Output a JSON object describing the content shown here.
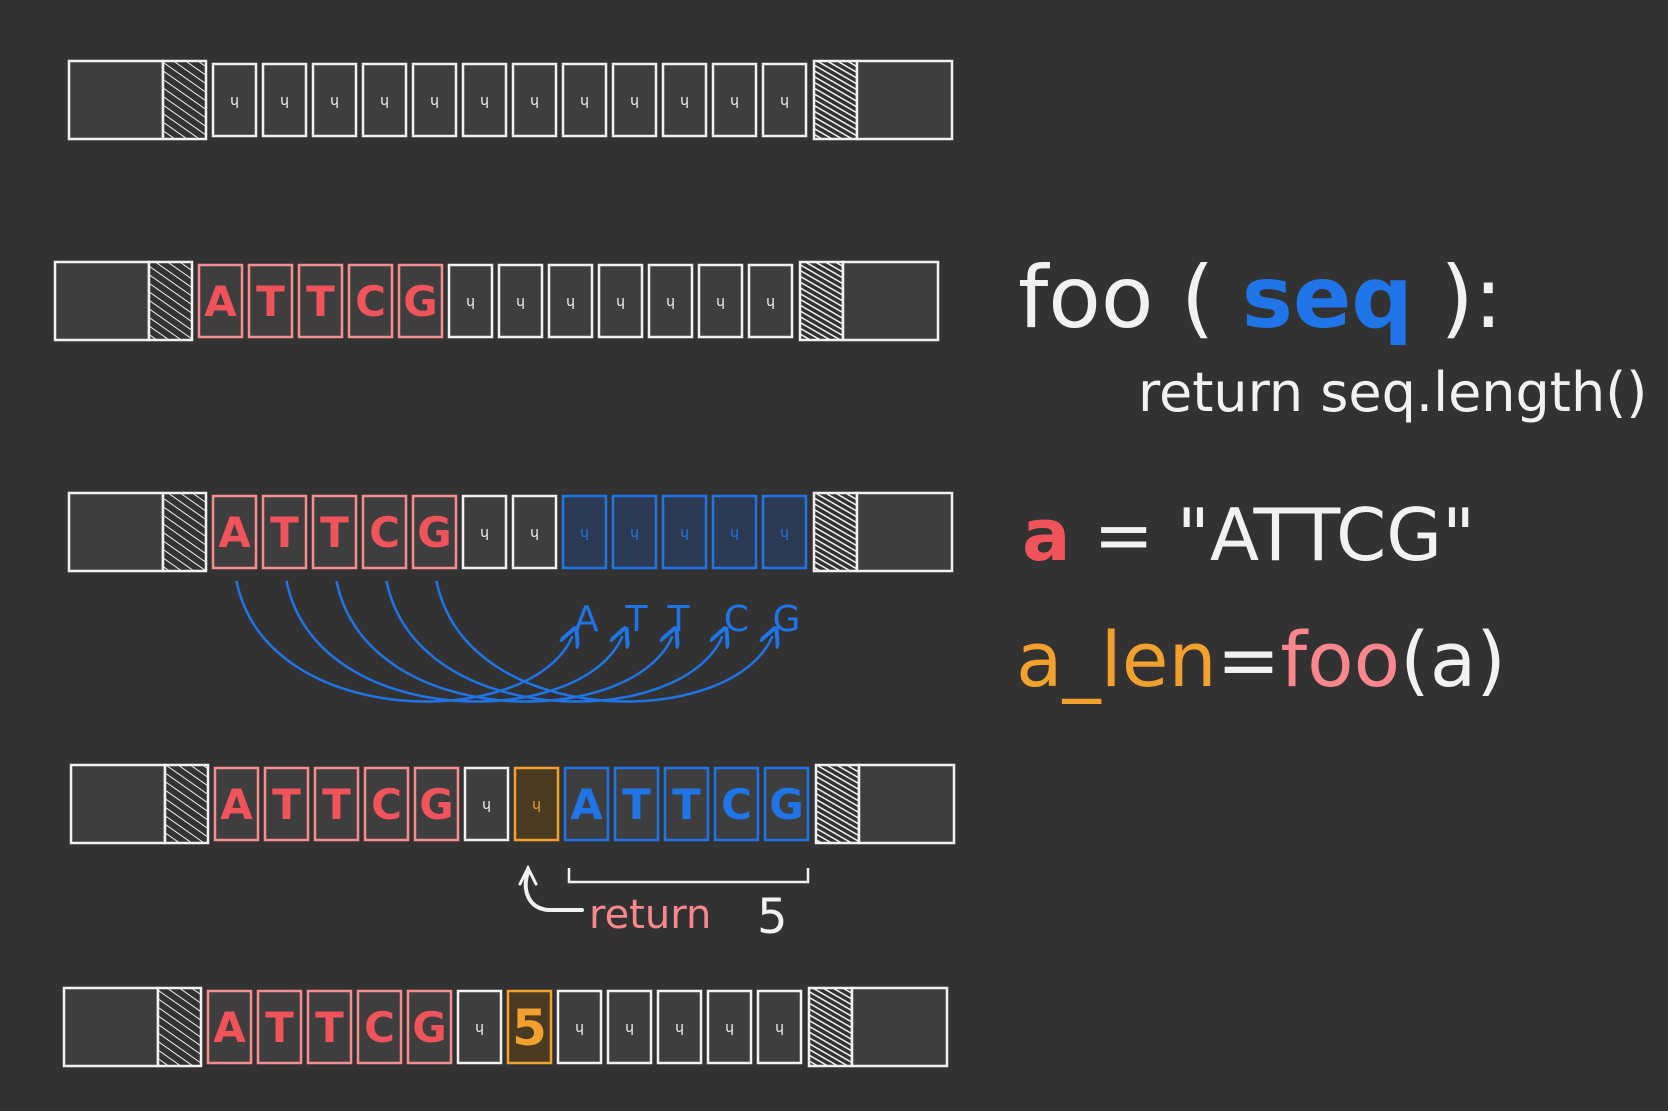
{
  "colors": {
    "background": "#323232",
    "outline": "#f2f2f2",
    "cell_fill": "#3e3e3e",
    "red": "#f0535a",
    "red_border": "#f58e8e",
    "blue": "#1f74e8",
    "blue_fill": "#2b3a52",
    "orange": "#f2a02e",
    "orange_fill": "#4a3a22",
    "pink": "#f9878b"
  },
  "garbage_glyph": "ɥ",
  "rows": [
    {
      "name": "memory-row-1",
      "cells": [
        {
          "kind": "garbage",
          "text": "ɥ"
        },
        {
          "kind": "garbage",
          "text": "ɥ"
        },
        {
          "kind": "garbage",
          "text": "ɥ"
        },
        {
          "kind": "garbage",
          "text": "ɥ"
        },
        {
          "kind": "garbage",
          "text": "ɥ"
        },
        {
          "kind": "garbage",
          "text": "ɥ"
        },
        {
          "kind": "garbage",
          "text": "ɥ"
        },
        {
          "kind": "garbage",
          "text": "ɥ"
        },
        {
          "kind": "garbage",
          "text": "ɥ"
        },
        {
          "kind": "garbage",
          "text": "ɥ"
        },
        {
          "kind": "garbage",
          "text": "ɥ"
        },
        {
          "kind": "garbage",
          "text": "ɥ"
        }
      ]
    },
    {
      "name": "memory-row-2",
      "cells": [
        {
          "kind": "red",
          "text": "A"
        },
        {
          "kind": "red",
          "text": "T"
        },
        {
          "kind": "red",
          "text": "T"
        },
        {
          "kind": "red",
          "text": "C"
        },
        {
          "kind": "red",
          "text": "G"
        },
        {
          "kind": "garbage",
          "text": "ɥ"
        },
        {
          "kind": "garbage",
          "text": "ɥ"
        },
        {
          "kind": "garbage",
          "text": "ɥ"
        },
        {
          "kind": "garbage",
          "text": "ɥ"
        },
        {
          "kind": "garbage",
          "text": "ɥ"
        },
        {
          "kind": "garbage",
          "text": "ɥ"
        },
        {
          "kind": "garbage",
          "text": "ɥ"
        }
      ]
    },
    {
      "name": "memory-row-3",
      "cells": [
        {
          "kind": "red",
          "text": "A"
        },
        {
          "kind": "red",
          "text": "T"
        },
        {
          "kind": "red",
          "text": "T"
        },
        {
          "kind": "red",
          "text": "C"
        },
        {
          "kind": "red",
          "text": "G"
        },
        {
          "kind": "garbage",
          "text": "ɥ"
        },
        {
          "kind": "garbage",
          "text": "ɥ"
        },
        {
          "kind": "blue-empty",
          "text": "ɥ"
        },
        {
          "kind": "blue-empty",
          "text": "ɥ"
        },
        {
          "kind": "blue-empty",
          "text": "ɥ"
        },
        {
          "kind": "blue-empty",
          "text": "ɥ"
        },
        {
          "kind": "blue-empty",
          "text": "ɥ"
        }
      ]
    },
    {
      "name": "memory-row-4",
      "cells": [
        {
          "kind": "red",
          "text": "A"
        },
        {
          "kind": "red",
          "text": "T"
        },
        {
          "kind": "red",
          "text": "T"
        },
        {
          "kind": "red",
          "text": "C"
        },
        {
          "kind": "red",
          "text": "G"
        },
        {
          "kind": "garbage",
          "text": "ɥ"
        },
        {
          "kind": "orange-empty",
          "text": "ɥ"
        },
        {
          "kind": "blue",
          "text": "A"
        },
        {
          "kind": "blue",
          "text": "T"
        },
        {
          "kind": "blue",
          "text": "T"
        },
        {
          "kind": "blue",
          "text": "C"
        },
        {
          "kind": "blue",
          "text": "G"
        }
      ]
    },
    {
      "name": "memory-row-5",
      "cells": [
        {
          "kind": "red",
          "text": "A"
        },
        {
          "kind": "red",
          "text": "T"
        },
        {
          "kind": "red",
          "text": "T"
        },
        {
          "kind": "red",
          "text": "C"
        },
        {
          "kind": "red",
          "text": "G"
        },
        {
          "kind": "garbage",
          "text": "ɥ"
        },
        {
          "kind": "orange",
          "text": "5"
        },
        {
          "kind": "garbage",
          "text": "ɥ"
        },
        {
          "kind": "garbage",
          "text": "ɥ"
        },
        {
          "kind": "garbage",
          "text": "ɥ"
        },
        {
          "kind": "garbage",
          "text": "ɥ"
        },
        {
          "kind": "garbage",
          "text": "ɥ"
        }
      ]
    }
  ],
  "copy_letters": [
    "A",
    "T",
    "T",
    "C",
    "G"
  ],
  "return_label": "return",
  "return_value": "5",
  "code": {
    "func_name": "foo",
    "open_paren": "(",
    "param": "seq",
    "close": "):",
    "body": "return seq.length()",
    "assign_var": "a",
    "assign_eq": "=",
    "assign_value": "\"ATTCG\"",
    "result_var": "a_len",
    "result_eq": "=",
    "call_name": "foo",
    "call_args": "(a)"
  }
}
